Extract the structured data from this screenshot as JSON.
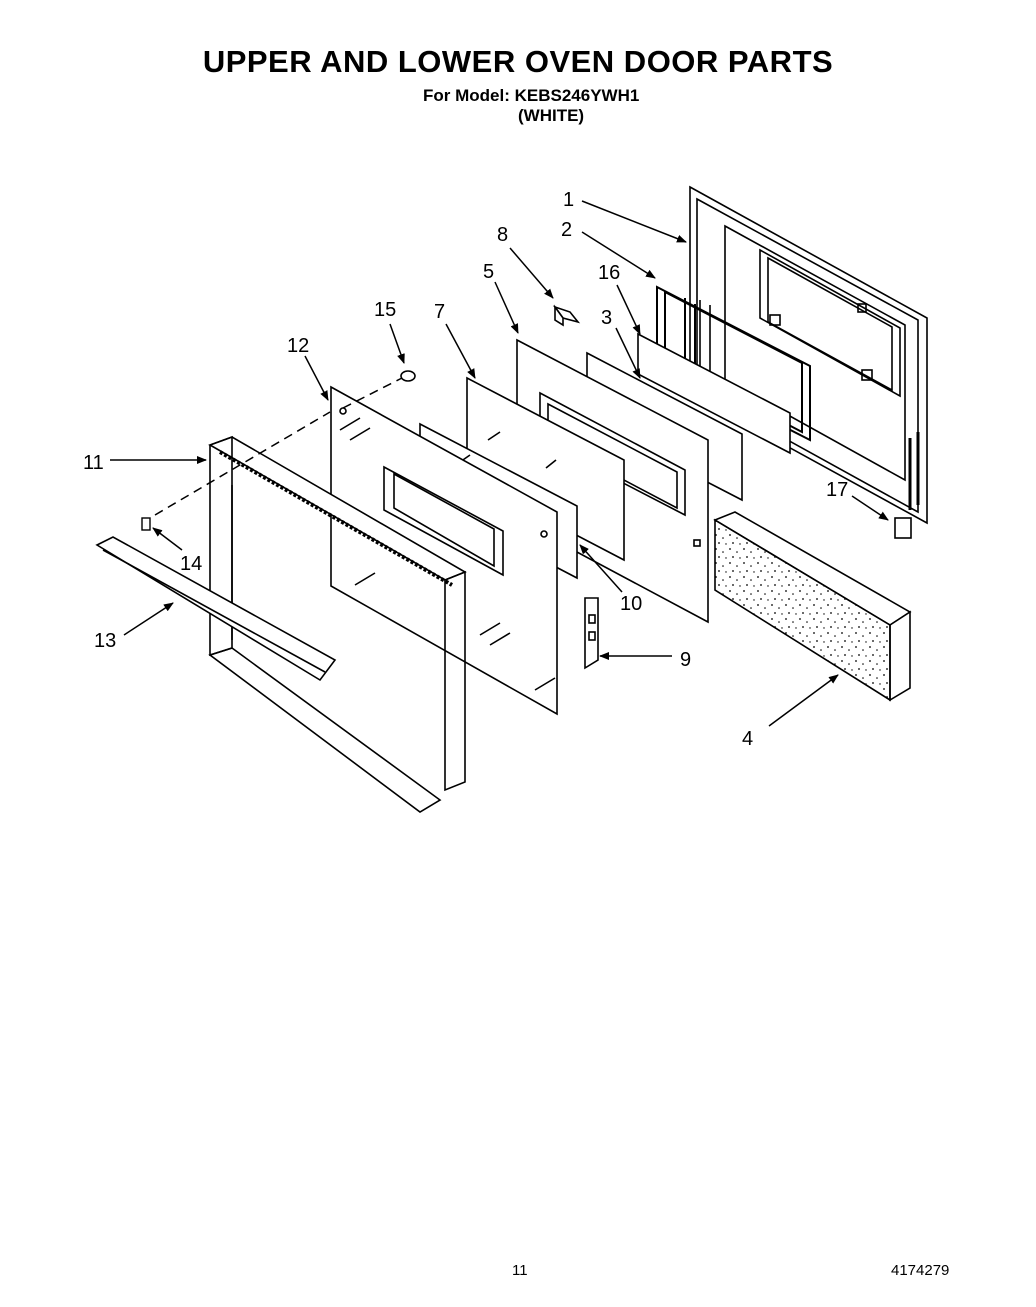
{
  "header": {
    "title": "UPPER AND LOWER OVEN DOOR PARTS",
    "model_line": "For Model: KEBS246YWH1",
    "color_line": "(WHITE)"
  },
  "callouts": {
    "c1": "1",
    "c2": "2",
    "c3": "3",
    "c4": "4",
    "c5": "5",
    "c6": "16",
    "c7": "7",
    "c8": "8",
    "c9": "9",
    "c10": "10",
    "c11": "11",
    "c12": "12",
    "c13": "13",
    "c14": "14",
    "c15": "15",
    "c17": "17"
  },
  "footer": {
    "page_number": "11",
    "document_number": "4174279"
  }
}
